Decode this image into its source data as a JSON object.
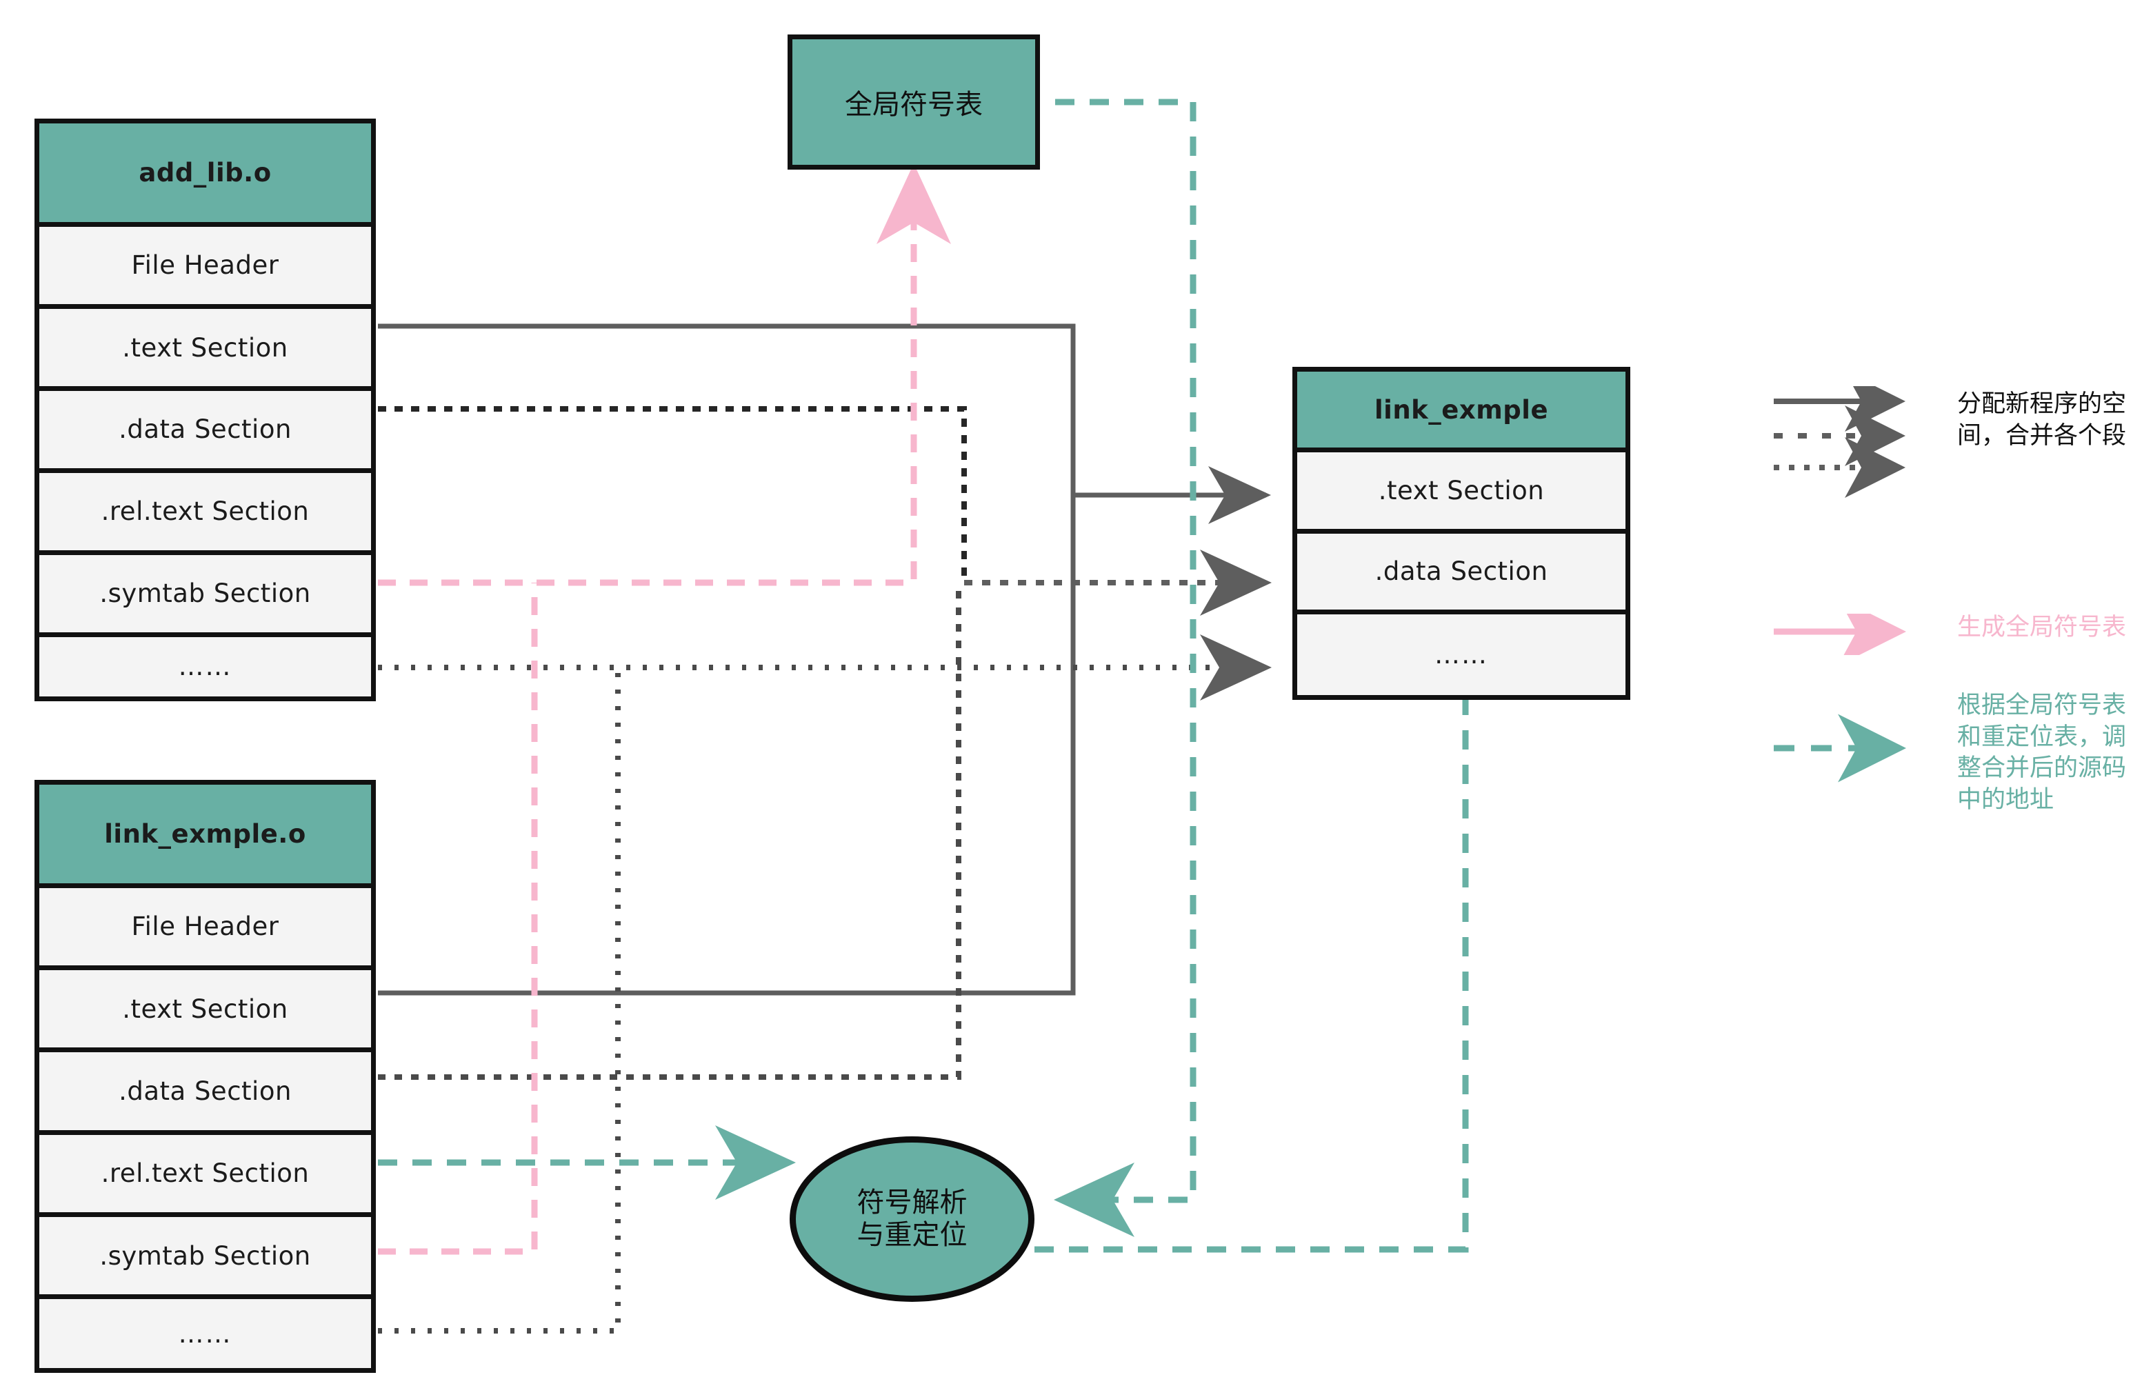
{
  "colors": {
    "teal": "#68b0a4",
    "pink": "#f7b6cd",
    "gray": "#5e5e5e",
    "dark": "#111111",
    "row_bg": "#f4f4f4",
    "background": "#ffffff"
  },
  "diagram": {
    "title_hidden": "",
    "objects": [
      {
        "id": "add_lib",
        "header": "add_lib.o",
        "rows": [
          "File Header",
          ".text Section",
          ".data Section",
          ".rel.text Section",
          ".symtab Section",
          "……"
        ]
      },
      {
        "id": "link_exmple_o",
        "header": "link_exmple.o",
        "rows": [
          "File Header",
          ".text Section",
          ".data Section",
          ".rel.text Section",
          ".symtab Section",
          "……"
        ]
      }
    ],
    "output": {
      "id": "link_exmple",
      "header": "link_exmple",
      "rows": [
        ".text Section",
        ".data Section",
        "……"
      ]
    },
    "global_symbol_table": {
      "label": "全局符号表"
    },
    "process_node": {
      "line1": "符号解析",
      "line2": "与重定位"
    }
  },
  "legend": {
    "items": [
      {
        "id": "merge",
        "label": "分配新程序的空\n间，合并各个段",
        "color": "#111111",
        "strokes": [
          "solid",
          "dashed",
          "dotted"
        ]
      },
      {
        "id": "gen-symbols",
        "label": "生成全局符号表",
        "color": "#f7b6cd",
        "strokes": [
          "solid"
        ]
      },
      {
        "id": "relocate",
        "label": "根据全局符号表\n和重定位表，调\n整合并后的源码\n中的地址",
        "color": "#68b0a4",
        "strokes": [
          "dashed"
        ]
      }
    ]
  }
}
